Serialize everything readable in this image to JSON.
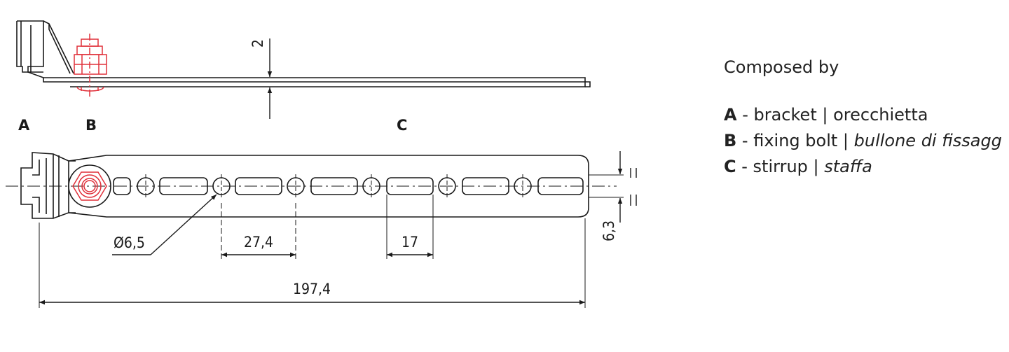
{
  "part_labels": {
    "a": "A",
    "b": "B",
    "c": "C"
  },
  "dimensions": {
    "thickness": "2",
    "hole_diameter": "Ø6,5",
    "hole_pitch": "27,4",
    "slot_length": "17",
    "total_length": "197,4",
    "width": "6,3"
  },
  "legend": {
    "title": "Composed by",
    "items": [
      {
        "code": "A",
        "name": "bracket",
        "translation": "orecchietta",
        "italic_translation": false
      },
      {
        "code": "B",
        "name": "fixing bolt",
        "translation": "bullone di fissagg",
        "italic_translation": true
      },
      {
        "code": "C",
        "name": "stirrup",
        "translation": "staffa",
        "italic_translation": true
      }
    ]
  },
  "colors": {
    "line": "#1a1a1a",
    "bolt": "#e0303a"
  }
}
